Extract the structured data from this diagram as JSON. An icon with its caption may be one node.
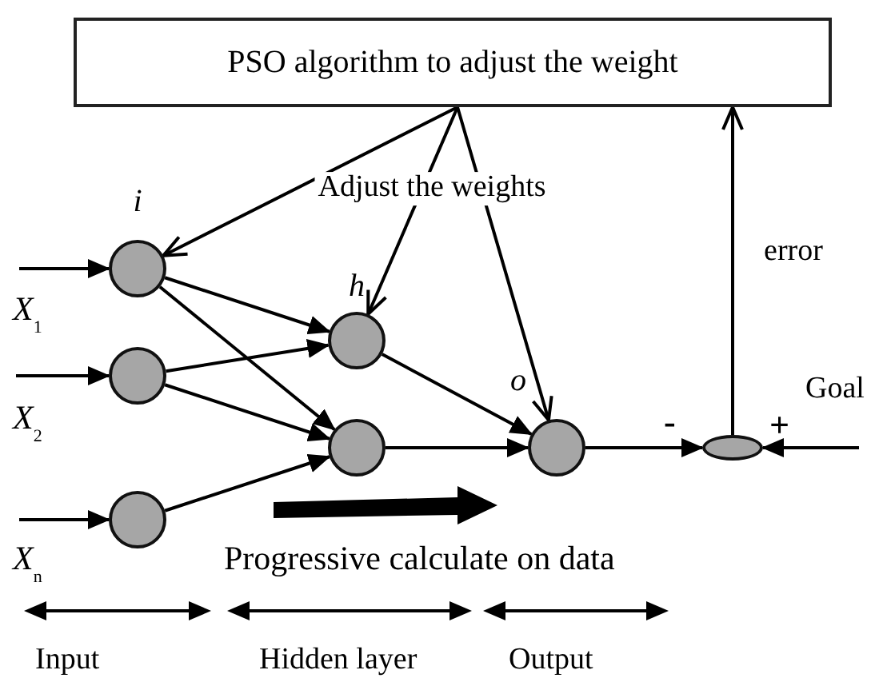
{
  "diagram": {
    "nodes": [
      {
        "text": [
          "PSO algorithm to adjust the weight"
        ]
      },
      {
        "text": [
          "i"
        ],
        "beside": [
          "*X*$_{1}$"
        ]
      },
      {
        "text": [],
        "shape": "circle",
        "beside": [
          "*X*$_{2}$"
        ]
      },
      {
        "text": [],
        "shape": "circle",
        "beside": [
          "*X*$_{n}$"
        ]
      },
      {
        "text": [
          "h"
        ]
      },
      {
        "text": [],
        "shape": "circle"
      },
      {
        "text": [
          "o"
        ]
      },
      {
        "text": [],
        "shape": "ellipse",
        "beside": [
          "-",
          "+"
        ]
      }
    ],
    "edges": [
      {
        "from": 0,
        "to": 1,
        "arrow": "to"
      },
      {
        "from": 0,
        "to": 4,
        "arrow": "to",
        "label": "Adjust the weights"
      },
      {
        "from": 0,
        "to": 6,
        "arrow": "to"
      },
      {
        "from": null,
        "to": 1,
        "arrow": "to"
      },
      {
        "from": null,
        "to": 2,
        "arrow": "to"
      },
      {
        "from": null,
        "to": 3,
        "arrow": "to"
      },
      {
        "from": 1,
        "to": 4,
        "arrow": "to"
      },
      {
        "from": 1,
        "to": 5,
        "arrow": "to"
      },
      {
        "from": 2,
        "to": 4,
        "arrow": "to"
      },
      {
        "from": 2,
        "to": 5,
        "arrow": "to"
      },
      {
        "from": 3,
        "to": 5,
        "arrow": "to"
      },
      {
        "from": 4,
        "to": 6,
        "arrow": "to"
      },
      {
        "from": 5,
        "to": 6,
        "arrow": "to"
      },
      {
        "from": 6,
        "to": 7,
        "arrow": "to"
      },
      {
        "from": null,
        "to": 7,
        "arrow": "to",
        "label": "Goal"
      },
      {
        "from": 7,
        "to": 0,
        "arrow": "to",
        "label": "error"
      }
    ],
    "labels": [
      "Progressive calculate on data",
      "Input",
      "Hidden layer",
      "Output"
    ]
  }
}
